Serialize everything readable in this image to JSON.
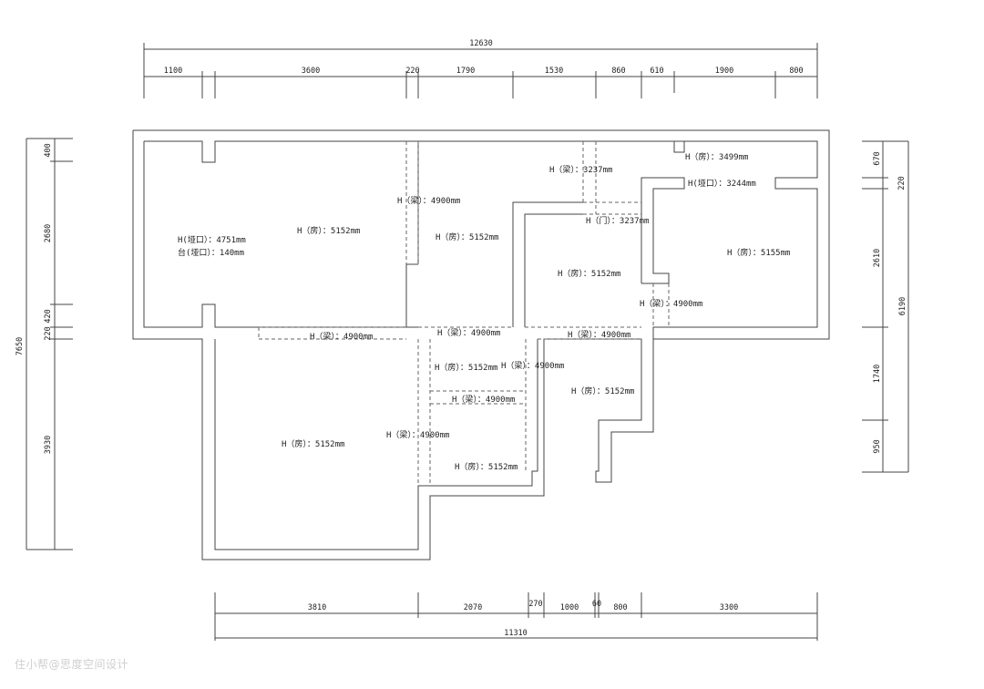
{
  "dims_top": {
    "total": "12630",
    "segments": [
      "1100",
      "3600",
      "220",
      "1790",
      "1530",
      "860",
      "610",
      "1900",
      "800"
    ]
  },
  "dims_bottom": {
    "total": "11310",
    "segments": [
      "3810",
      "2070",
      "270",
      "1000",
      "60",
      "800",
      "3300"
    ]
  },
  "dims_left": {
    "total": "7650",
    "segments": [
      "400",
      "2680",
      "420",
      "220",
      "3930"
    ]
  },
  "dims_right": {
    "total": "6190",
    "segments": [
      "670",
      "220",
      "2610",
      "1740",
      "950"
    ]
  },
  "labels": {
    "l01": "H（梁）：3237mm",
    "l02": "H（房）：3499mm",
    "l03": "H(垭口）：3244mm",
    "l04": "H（梁）：4900mm",
    "l05": "H（门）：3237mm",
    "l06": "H(垭口）：4751mm",
    "l07": "台(垭口）：140mm",
    "l08": "H（房）：5152mm",
    "l09": "H（房）：5152mm",
    "l10": "H（房）：5155mm",
    "l11": "H（房）：5152mm",
    "l12": "H（梁）：4900mm",
    "l13": "H（梁）：4900mm",
    "l14": "H（梁）：4900mm",
    "l15": "H（梁）：4900mm",
    "l16": "H（房）：5152mm",
    "l17": "H（梁）：4900mm",
    "l18": "H（房）：5152mm",
    "l19": "H（梁）：4900mm",
    "l20": "H（房）：5152mm",
    "l21": "H（梁）：4900mm",
    "l22": "H（房）：5152mm"
  },
  "watermark": "住小帮@思度空间设计",
  "colors": {
    "line": "#444444",
    "text": "#222222",
    "watermark": "#cfcfcf"
  }
}
